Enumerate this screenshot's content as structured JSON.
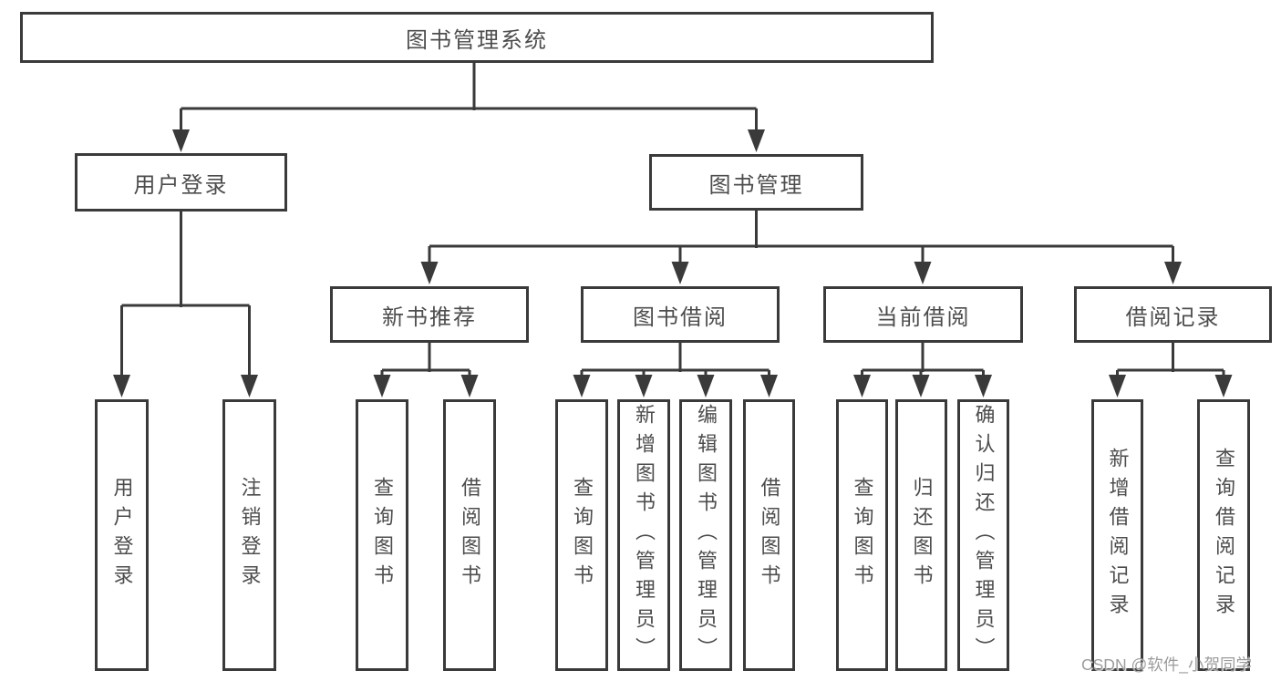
{
  "nodes": {
    "root": "图书管理系统",
    "l2": [
      "用户登录",
      "图书管理"
    ],
    "l3": [
      "新书推荐",
      "图书借阅",
      "当前借阅",
      "借阅记录"
    ],
    "g1": [
      "用户登录",
      "注销登录"
    ],
    "g2": [
      "查询图书",
      "借阅图书"
    ],
    "g3": [
      "查询图书",
      "新增图书（管理员）",
      "编辑图书（管理员）",
      "借阅图书"
    ],
    "g4": [
      "查询图书",
      "归还图书",
      "确认归还（管理员）"
    ],
    "g5": [
      "新增借阅记录",
      "查询借阅记录"
    ]
  },
  "hierarchy": {
    "图书管理系统": [
      "用户登录",
      "图书管理"
    ],
    "用户登录": [
      "用户登录",
      "注销登录"
    ],
    "图书管理": [
      "新书推荐",
      "图书借阅",
      "当前借阅",
      "借阅记录"
    ],
    "新书推荐": [
      "查询图书",
      "借阅图书"
    ],
    "图书借阅": [
      "查询图书",
      "新增图书（管理员）",
      "编辑图书（管理员）",
      "借阅图书"
    ],
    "当前借阅": [
      "查询图书",
      "归还图书",
      "确认归还（管理员）"
    ],
    "借阅记录": [
      "新增借阅记录",
      "查询借阅记录"
    ]
  },
  "watermark": "CSDN @软件_小贺同学",
  "colors": {
    "line": "#3a3a3a",
    "box_border": "#3a3a3a",
    "box_fill": "#ffffff",
    "text": "#4d4d4d",
    "watermark": "#9c9c9c",
    "background": "#ffffff"
  }
}
